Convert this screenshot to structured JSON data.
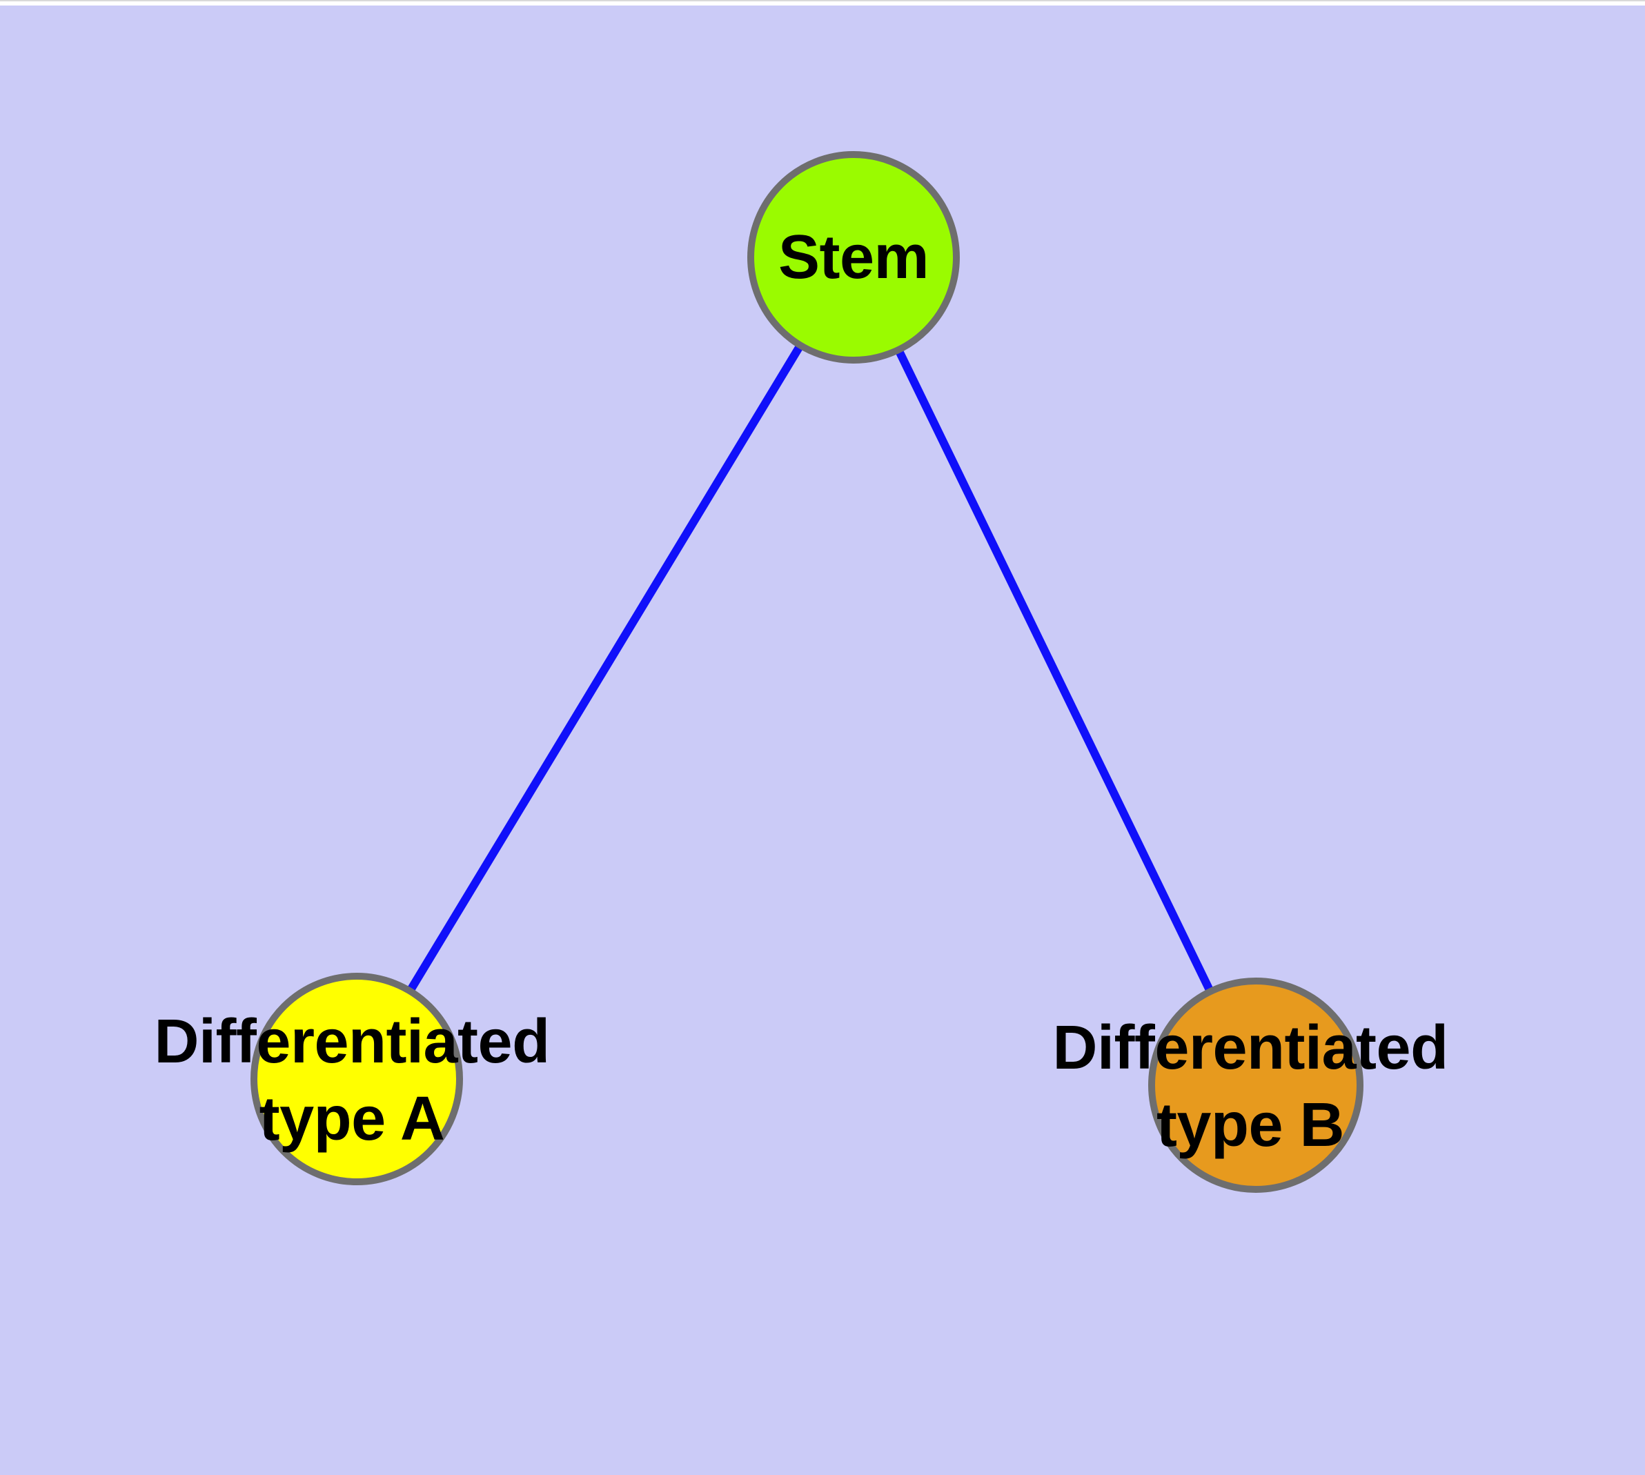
{
  "diagram": {
    "type": "node-link-graph",
    "background_color": "#cbcbf7",
    "edge_color": "#1010fa",
    "node_border_color": "#6e6e6e",
    "label_color": "#000000",
    "nodes": [
      {
        "id": "stem",
        "label": "Stem",
        "fill": "#9afb00"
      },
      {
        "id": "type-a",
        "label": "Differentiated\ntype A",
        "fill": "#ffff00"
      },
      {
        "id": "type-b",
        "label": "Differentiated\ntype B",
        "fill": "#e79a1e"
      }
    ],
    "edges": [
      {
        "from": "Stem",
        "to": "Differentiated type A"
      },
      {
        "from": "Stem",
        "to": "Differentiated type B"
      }
    ]
  }
}
